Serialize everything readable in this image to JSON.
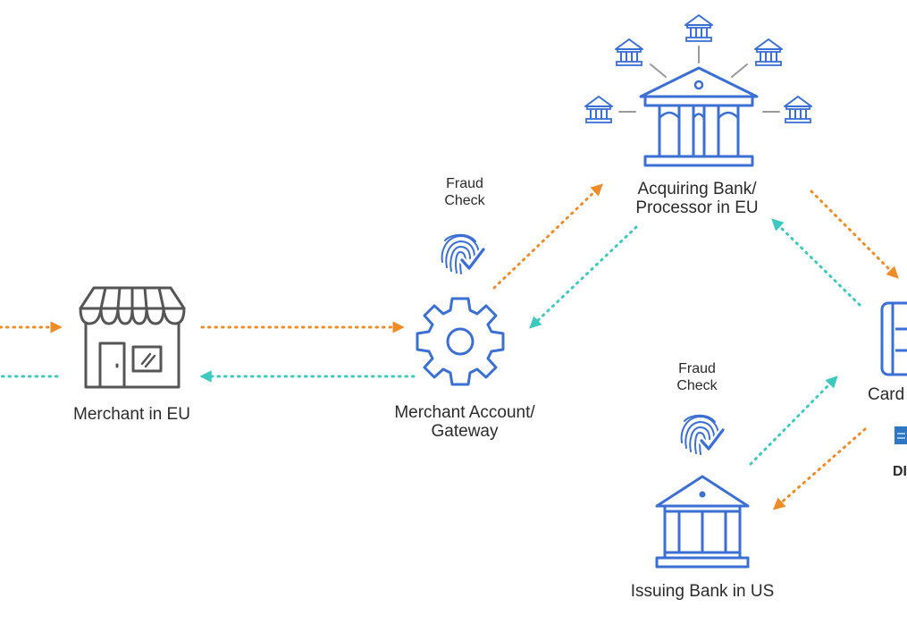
{
  "nodes": {
    "merchant": {
      "label": "Merchant in EU",
      "icon": "storefront-icon"
    },
    "gateway": {
      "label_line1": "Merchant Account/",
      "label_line2": "Gateway",
      "icon": "gear-icon"
    },
    "acquirer": {
      "label_line1": "Acquiring Bank/",
      "label_line2": "Processor in EU",
      "icon": "bank-icon"
    },
    "issuer": {
      "label": "Issuing Bank in US",
      "icon": "bank-icon"
    },
    "card_network": {
      "label": "Card",
      "sublabel": "DI",
      "icon": "card-network-icon"
    }
  },
  "fraud_checks": [
    {
      "line1": "Fraud",
      "line2": "Check",
      "icon": "fingerprint-check-icon"
    },
    {
      "line1": "Fraud",
      "line2": "Check",
      "icon": "fingerprint-check-icon"
    }
  ],
  "colors": {
    "icon": "#3b6fd3",
    "icon_dark": "#555555",
    "request_arrow": "#f08c28",
    "response_arrow": "#3ec9c0",
    "text": "#2b2b2b"
  }
}
